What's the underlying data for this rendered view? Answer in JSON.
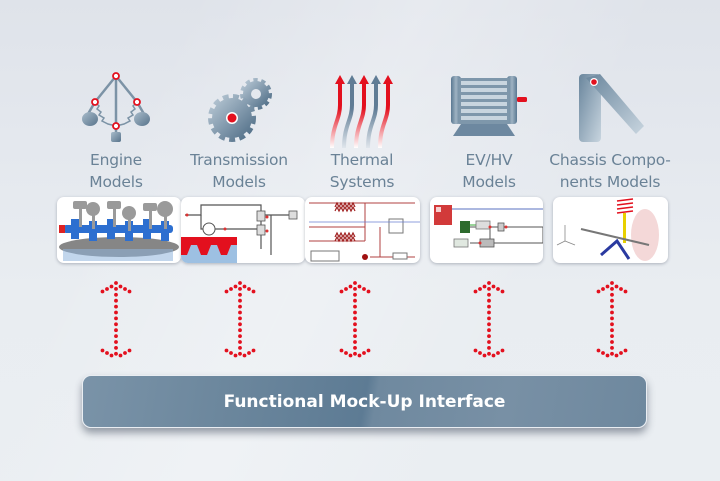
{
  "diagram": {
    "categories": [
      {
        "id": "engine",
        "label_line1": "Engine",
        "label_line2": "Models",
        "icon": "engine-kinematics-icon",
        "thumbnail": "crankshaft-pistons-render"
      },
      {
        "id": "transmission",
        "label_line1": "Transmission",
        "label_line2": "Models",
        "icon": "gears-icon",
        "thumbnail": "transmission-schematic"
      },
      {
        "id": "thermal",
        "label_line1": "Thermal",
        "label_line2": "Systems",
        "icon": "heat-flow-arrows-icon",
        "thumbnail": "thermal-circuit-schematic"
      },
      {
        "id": "evhv",
        "label_line1": "EV/HV",
        "label_line2": "Models",
        "icon": "electric-motor-icon",
        "thumbnail": "ev-powertrain-schematic"
      },
      {
        "id": "chassis",
        "label_line1": "Chassis Compo-",
        "label_line2": "nents Models",
        "icon": "chassis-link-icon",
        "thumbnail": "suspension-render"
      }
    ],
    "connector": "bidirectional-dotted-arrow",
    "interface_label": "Functional Mock-Up Interface"
  },
  "colors": {
    "accent_red": "#e3101e",
    "icon_blue": "#6f8aa0",
    "label_text": "#6a8296",
    "bar_fill": "#6a859b",
    "bar_text": "#ffffff"
  }
}
